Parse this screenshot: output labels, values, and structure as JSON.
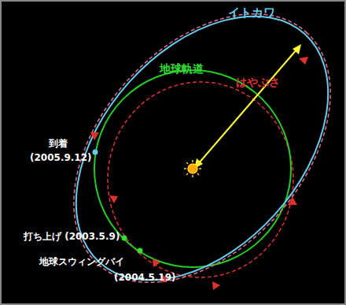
{
  "diagram": {
    "labels": [
      "イトカワ",
      "地球軌道",
      "はやぶさ",
      "到着",
      "(2005.9.12)",
      "打ち上げ (2003.5.9)",
      "地球スウィングバイ",
      "(2004.5.19)"
    ]
  }
}
